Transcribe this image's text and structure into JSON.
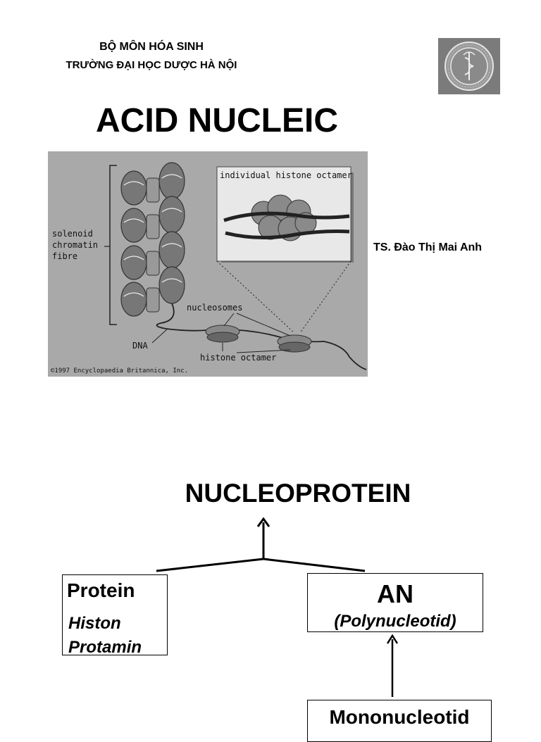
{
  "header": {
    "department": "BỘ MÔN HÓA SINH",
    "school": "TRƯỜNG ĐẠI HỌC DƯỢC HÀ NỘI"
  },
  "title": "ACID NUCLEIC",
  "author": "TS. Đào Thị Mai Anh",
  "figure": {
    "labels": {
      "octamer_caption": "individual histone octamer",
      "solenoid_1": "solenoid",
      "solenoid_2": "chromatin",
      "solenoid_3": "fibre",
      "nucleosomes": "nucleosomes",
      "dna": "DNA",
      "histone_octamer": "histone octamer",
      "copyright": "©1997 Encyclopaedia Britannica, Inc."
    }
  },
  "diagram": {
    "top": "NUCLEOPROTEIN",
    "protein": {
      "title": "Protein",
      "items": [
        "Histon",
        "Protamin"
      ]
    },
    "an": {
      "title": "AN",
      "subtitle": "(Polynucleotid)"
    },
    "mono": {
      "title": "Mononucleotid"
    }
  },
  "colors": {
    "figure_background": "#a9a9a9",
    "logo_background": "#7a7a7a"
  }
}
